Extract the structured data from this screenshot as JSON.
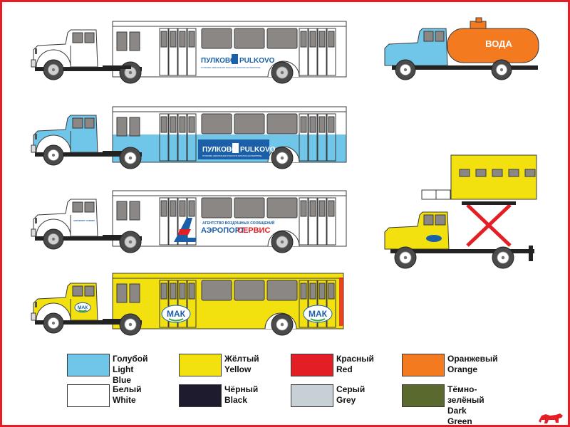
{
  "colors": {
    "light_blue": "#6fc6e8",
    "yellow": "#f3e10f",
    "red": "#e31e24",
    "orange": "#f47a20",
    "white": "#ffffff",
    "black": "#1e1b2e",
    "grey": "#c7d0d5",
    "dark_green": "#5a6a2f",
    "window": "#8a8785",
    "tire": "#4a4a4a",
    "pulkovo_blue": "#1a5fa8",
    "frame_red": "#e31e24"
  },
  "vehicles": {
    "bus1": {
      "logo_left": "ПУЛКОВО",
      "logo_right": "PULKOVO",
      "logo_sub": "ПУЛКОВО АВИАЛИНИИ PULKOVO AVIATION ENTERPRISE"
    },
    "bus2": {
      "logo_left": "ПУЛКОВО",
      "logo_right": "PULKOVO",
      "logo_sub": "ПУЛКОВО АВИАЛИНИИ PULKOVO AVIATION ENTERPRISE"
    },
    "bus3": {
      "agency": "АГЕНТСТВО ВОЗДУШНЫХ СООБЩЕНИЙ",
      "name_a": "АЭРОПОРТ",
      "name_b": "СЕРВИС",
      "cab_logo": "АЭРОПОРТ СЕРВИС"
    },
    "bus4": {
      "logo": "МАК",
      "cab_logo": "МАК"
    },
    "tanker": {
      "label": "ВОДА"
    }
  },
  "legend": [
    {
      "ru": "Голубой",
      "en": "Light Blue",
      "color": "#6fc6e8"
    },
    {
      "ru": "Жёлтый",
      "en": "Yellow",
      "color": "#f3e10f"
    },
    {
      "ru": "Красный",
      "en": "Red",
      "color": "#e31e24"
    },
    {
      "ru": "Оранжевый",
      "en": "Orange",
      "color": "#f47a20"
    },
    {
      "ru": "Белый",
      "en": "White",
      "color": "#ffffff"
    },
    {
      "ru": "Чёрный",
      "en": "Black",
      "color": "#1e1b2e"
    },
    {
      "ru": "Серый",
      "en": "Grey",
      "color": "#c7d0d5"
    },
    {
      "ru": "Тёмно-зелёный",
      "en": "Dark Green",
      "color": "#5a6a2f"
    }
  ]
}
